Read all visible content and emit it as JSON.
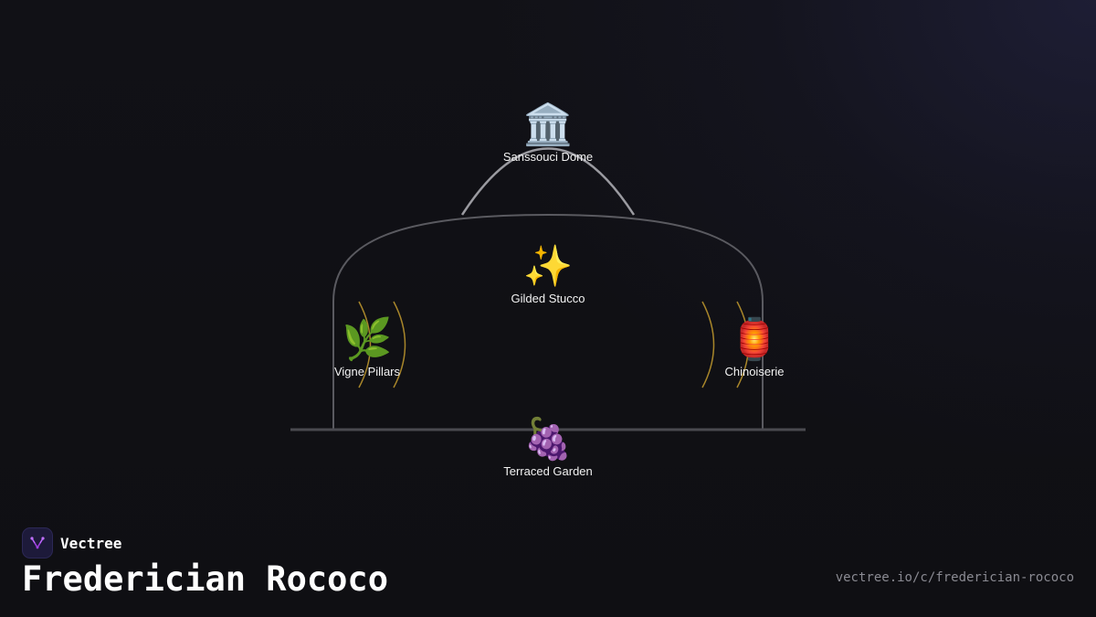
{
  "diagram": {
    "nodes": [
      {
        "id": "sanssouci-dome",
        "label": "Sanssouci Dome",
        "icon": "🏛️",
        "icon_name": "classical-building-icon"
      },
      {
        "id": "gilded-stucco",
        "label": "Gilded Stucco",
        "icon": "✨",
        "icon_name": "sparkles-icon"
      },
      {
        "id": "vigne-pillars",
        "label": "Vigne Pillars",
        "icon": "🌿",
        "icon_name": "herb-icon"
      },
      {
        "id": "chinoiserie",
        "label": "Chinoiserie",
        "icon": "🏮",
        "icon_name": "red-lantern-icon"
      },
      {
        "id": "terraced-garden",
        "label": "Terraced Garden",
        "icon": "🍇",
        "icon_name": "grapes-icon"
      }
    ],
    "colors": {
      "structure": "#5a5a60",
      "cupola": "#9a9aa0",
      "gilded_arcs": "#a8862a",
      "ground": "#4a4a50"
    }
  },
  "brand": {
    "name": "Vectree",
    "logo_color": "#a040e0"
  },
  "page": {
    "title": "Frederician Rococo",
    "url": "vectree.io/c/frederician-rococo"
  }
}
